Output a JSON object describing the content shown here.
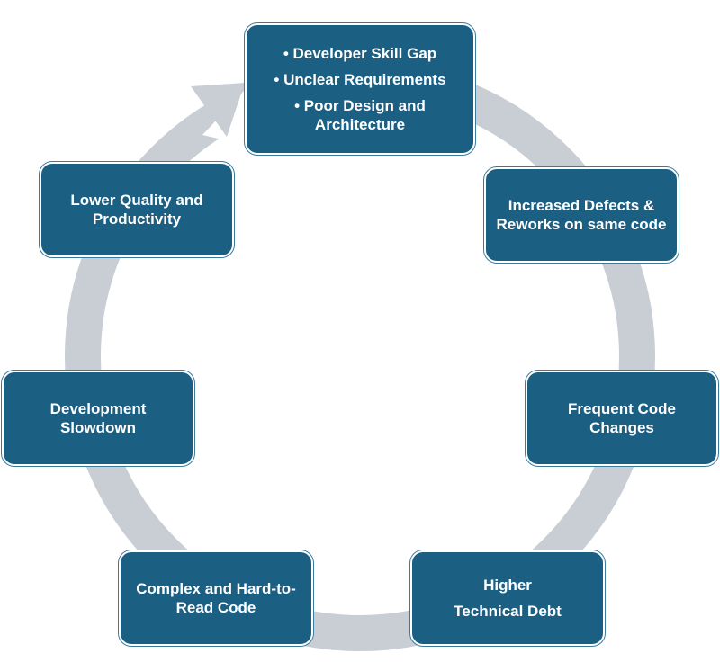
{
  "colors": {
    "box_fill": "#1b5f83",
    "box_text": "#ffffff",
    "cycle_arrow": "#c8ced4"
  },
  "cycle": {
    "arrow_icon": "circular-arrow-icon",
    "nodes": {
      "causes": {
        "lines": [
          "• Developer Skill Gap",
          "• Unclear Requirements",
          "• Poor Design and Architecture"
        ]
      },
      "defects": {
        "label": "Increased Defects & Reworks on same code"
      },
      "frequent_changes": {
        "label": "Frequent Code Changes"
      },
      "tech_debt": {
        "label_line1": "Higher",
        "label_line2": "Technical Debt"
      },
      "complex_code": {
        "label": "Complex and Hard-to-Read Code"
      },
      "slowdown": {
        "label": "Development Slowdown"
      },
      "lower_quality": {
        "label": "Lower Quality and Productivity"
      }
    }
  }
}
